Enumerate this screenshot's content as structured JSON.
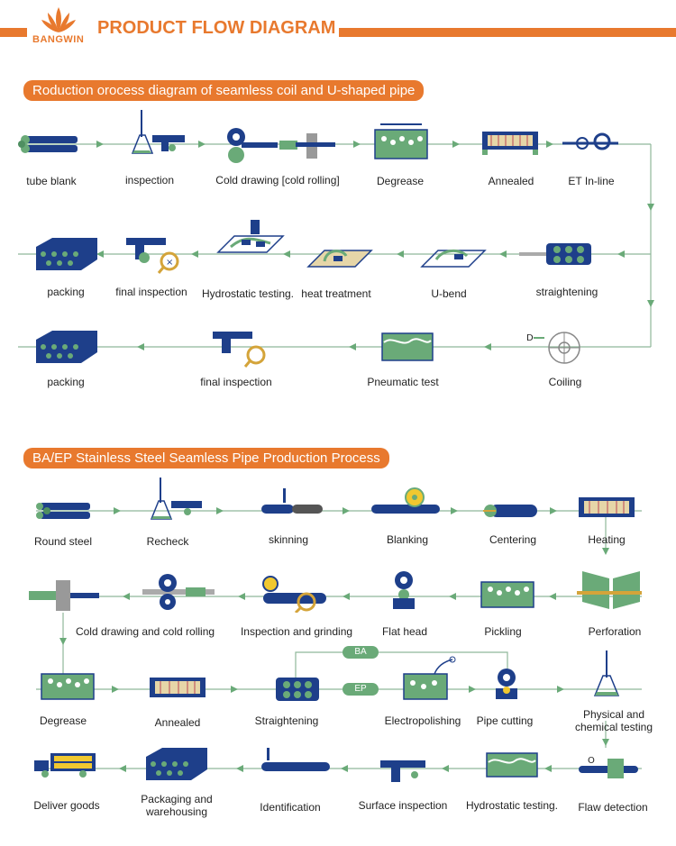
{
  "header": {
    "brand": "BANGWIN",
    "title": "PRODUCT FLOW DIAGRAM"
  },
  "colors": {
    "accent": "#e8792e",
    "blue": "#1e3f8a",
    "green": "#6aaa78",
    "line": "#8fb89a"
  },
  "section1": {
    "title": "Roduction orocess diagram of seamless coil and U-shaped pipe",
    "row1": [
      "tube blank",
      "inspection",
      "Cold drawing [cold rolling]",
      "Degrease",
      "Annealed",
      "ET In-line"
    ],
    "row2": [
      "packing",
      "final inspection",
      "Hydrostatic testing.",
      "heat treatment",
      "U-bend",
      "straightening"
    ],
    "row3": [
      "packing",
      "final inspection",
      "Pneumatic test",
      "Coiling"
    ]
  },
  "section2": {
    "title": "BA/EP Stainless Steel Seamless Pipe Production Process",
    "row1": [
      "Round steel",
      "Recheck",
      "skinning",
      "Blanking",
      "Centering",
      "Heating"
    ],
    "row2": [
      "Cold drawing and cold rolling",
      "Inspection and grinding",
      "Flat head",
      "Pickling",
      "Perforation"
    ],
    "row3": [
      "Degrease",
      "Annealed",
      "Straightening",
      "Electropolishing",
      "Pipe cutting",
      "Physical and chemical testing"
    ],
    "row4": [
      "Deliver goods",
      "Packaging and warehousing",
      "Identification",
      "Surface inspection",
      "Hydrostatic testing.",
      "Flaw detection"
    ],
    "branch_labels": [
      "BA",
      "EP"
    ]
  }
}
